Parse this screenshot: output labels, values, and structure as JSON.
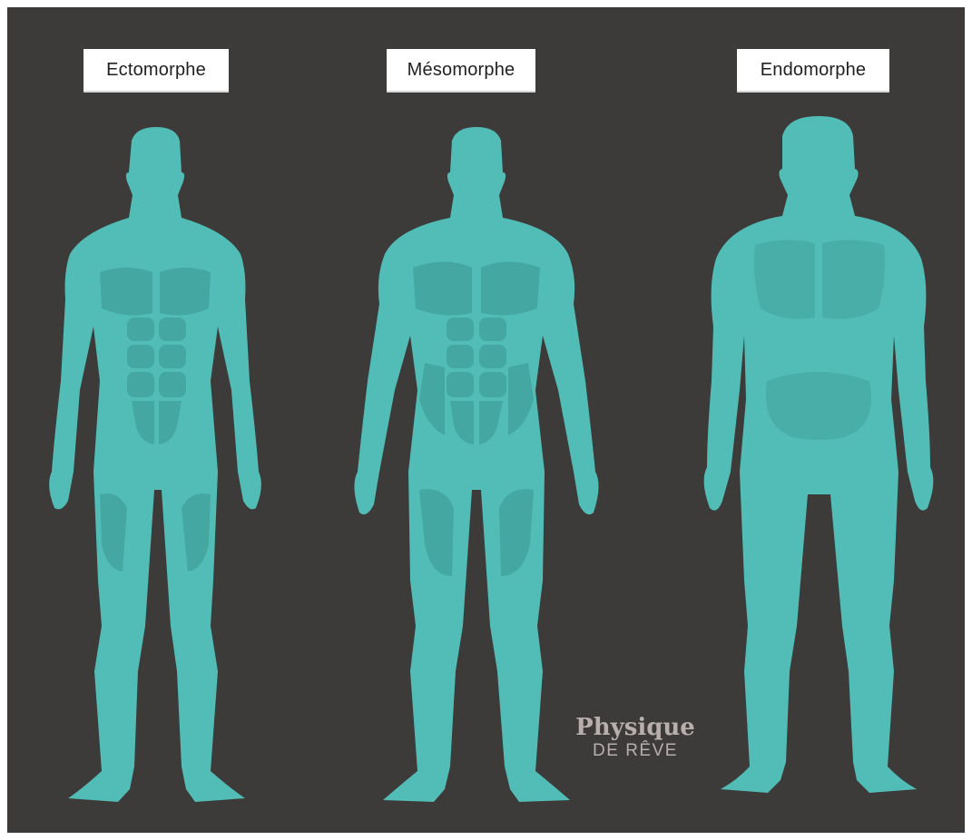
{
  "labels": {
    "ectomorph": "Ectomorphe",
    "mesomorph": "Mésomorphe",
    "endomorph": "Endomorphe"
  },
  "logo": {
    "line1": "Physique",
    "line2": "DE RÊVE"
  },
  "colors": {
    "background": "#3c3b3a",
    "body": "#52bdb6",
    "muscle": "#43a29c",
    "label_bg": "#ffffff"
  }
}
